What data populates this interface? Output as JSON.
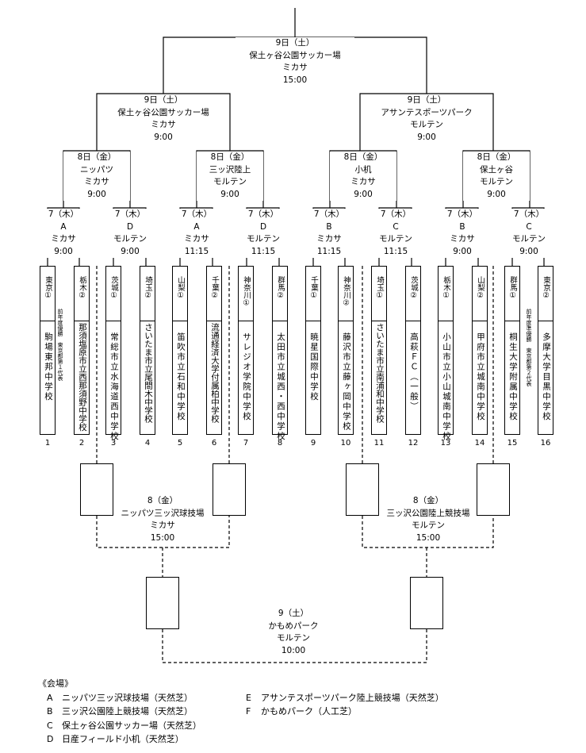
{
  "final": {
    "date": "9日（土）",
    "venue": "保土ヶ谷公園サッカー場",
    "referee": "ミカサ",
    "time": "15:00"
  },
  "semifinals": [
    {
      "date": "9日（土）",
      "venue": "保土ヶ谷公園サッカー場",
      "referee": "ミカサ",
      "time": "9:00"
    },
    {
      "date": "9日（土）",
      "venue": "アサンテスポーツパーク",
      "referee": "モルテン",
      "time": "9:00"
    }
  ],
  "quarterfinals": [
    {
      "date": "8日（金）",
      "venue": "ニッパツ",
      "referee": "ミカサ",
      "time": "9:00"
    },
    {
      "date": "8日（金）",
      "venue": "三ッ沢陸上",
      "referee": "モルテン",
      "time": "9:00"
    },
    {
      "date": "8日（金）",
      "venue": "小机",
      "referee": "ミカサ",
      "time": "9:00"
    },
    {
      "date": "8日（金）",
      "venue": "保土ヶ谷",
      "referee": "モルテン",
      "time": "9:00"
    }
  ],
  "first_round": [
    {
      "date": "7（木）",
      "code": "A",
      "referee": "ミカサ",
      "time": "9:00"
    },
    {
      "date": "7（木）",
      "code": "D",
      "referee": "モルテン",
      "time": "9:00"
    },
    {
      "date": "7（木）",
      "code": "A",
      "referee": "ミカサ",
      "time": "11:15"
    },
    {
      "date": "7（木）",
      "code": "D",
      "referee": "モルテン",
      "time": "11:15"
    },
    {
      "date": "7（木）",
      "code": "B",
      "referee": "ミカサ",
      "time": "11:15"
    },
    {
      "date": "7（木）",
      "code": "C",
      "referee": "モルテン",
      "time": "11:15"
    },
    {
      "date": "7（木）",
      "code": "B",
      "referee": "ミカサ",
      "time": "9:00"
    },
    {
      "date": "7（木）",
      "code": "C",
      "referee": "モルテン",
      "time": "9:00"
    }
  ],
  "teams": [
    {
      "num": "1",
      "pref": "東京①",
      "school": "駒場東邦中学校",
      "note": "前年度優勝　東京都第１代表"
    },
    {
      "num": "2",
      "pref": "栃木②",
      "school": "那須塩原市立西那須野中学校"
    },
    {
      "num": "3",
      "pref": "茨城①",
      "school": "常総市立水海道西中学校"
    },
    {
      "num": "4",
      "pref": "埼玉②",
      "school": "さいたま市立尾間木中学校"
    },
    {
      "num": "5",
      "pref": "山梨①",
      "school": "笛吹市立石和中学校"
    },
    {
      "num": "6",
      "pref": "千葉②",
      "school": "流通経済大学付属柏中学校"
    },
    {
      "num": "7",
      "pref": "神奈川①",
      "school": "サレジオ学院中学校"
    },
    {
      "num": "8",
      "pref": "群馬②",
      "school": "太田市立城西・西中学校"
    },
    {
      "num": "9",
      "pref": "千葉①",
      "school": "暁星国際中学校"
    },
    {
      "num": "10",
      "pref": "神奈川②",
      "school": "藤沢市立藤ヶ岡中学校"
    },
    {
      "num": "11",
      "pref": "埼玉①",
      "school": "さいたま市立南浦和中学校"
    },
    {
      "num": "12",
      "pref": "茨城②",
      "school": "高萩ＦＣ（一般）"
    },
    {
      "num": "13",
      "pref": "栃木①",
      "school": "小山市立小山城南中学校"
    },
    {
      "num": "14",
      "pref": "山梨②",
      "school": "甲府市立城南中学校"
    },
    {
      "num": "15",
      "pref": "群馬①",
      "school": "桐生大学附属中学校"
    },
    {
      "num": "16",
      "pref": "東京②",
      "school": "多摩大学目黒中学校",
      "note": "前年度準優勝　東京都第２代表"
    }
  ],
  "consolation": [
    {
      "date": "8（金）",
      "venue": "ニッパツ三ッ沢球技場",
      "referee": "ミカサ",
      "time": "15:00"
    },
    {
      "date": "8（金）",
      "venue": "三ッ沢公園陸上競技場",
      "referee": "モルテン",
      "time": "15:00"
    },
    {
      "date": "9（土）",
      "venue": "かもめパーク",
      "referee": "モルテン",
      "time": "10:00"
    }
  ],
  "legend": {
    "title": "《会場》",
    "items": [
      {
        "code": "A",
        "name": "ニッパツ三ッ沢球技場（天然芝）"
      },
      {
        "code": "B",
        "name": "三ッ沢公園陸上競技場（天然芝）"
      },
      {
        "code": "C",
        "name": "保土ヶ谷公園サッカー場（天然芝）"
      },
      {
        "code": "D",
        "name": "日産フィールド小机（天然芝）"
      },
      {
        "code": "E",
        "name": "アサンテスポーツパーク陸上競技場（天然芝）"
      },
      {
        "code": "F",
        "name": "かもめパーク（人工芝）"
      }
    ]
  }
}
